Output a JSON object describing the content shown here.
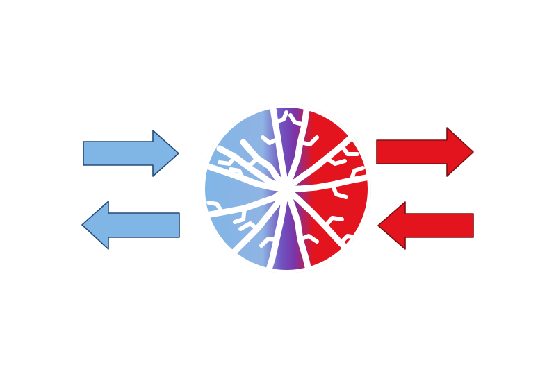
{
  "diagram": {
    "colors": {
      "background": "#ffffff",
      "cold": "#7fb6e6",
      "cold_stroke": "#244a7a",
      "mix": "#7a44b8",
      "hot": "#e3141e",
      "hot_stroke": "#7a1010"
    },
    "arrows": [
      {
        "id": "cold-in",
        "direction": "right",
        "color": "cold"
      },
      {
        "id": "cold-out",
        "direction": "left",
        "color": "cold"
      },
      {
        "id": "hot-out",
        "direction": "right",
        "color": "hot"
      },
      {
        "id": "hot-in",
        "direction": "left",
        "color": "hot"
      }
    ],
    "center": {
      "icon": "heat-exchange-disc",
      "gradient": [
        "cold",
        "mix",
        "hot"
      ]
    }
  }
}
